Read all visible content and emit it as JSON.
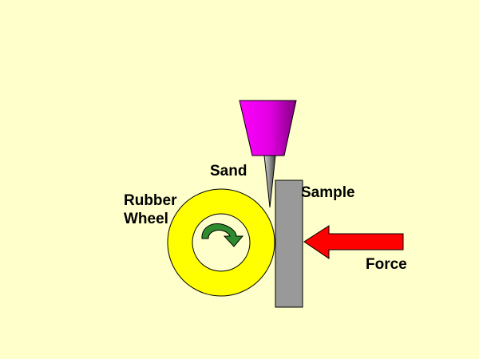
{
  "labels": {
    "sand": "Sand",
    "sample": "Sample",
    "rubber_wheel": [
      "Rubber",
      "Wheel"
    ],
    "force": "Force"
  },
  "colors": {
    "background": "#FFFFCC",
    "hopper": "#FF00FF",
    "hopper_shade": "#800080",
    "nozzle": "#808080",
    "wheel": "#FFFF00",
    "rotation_arrow": "#2E8B2E",
    "sample": "#999999",
    "force_arrow": "#FF0000",
    "outline": "#000000"
  },
  "icons": {
    "rotation": "clockwise-arrow-icon",
    "force": "left-arrow-icon"
  }
}
